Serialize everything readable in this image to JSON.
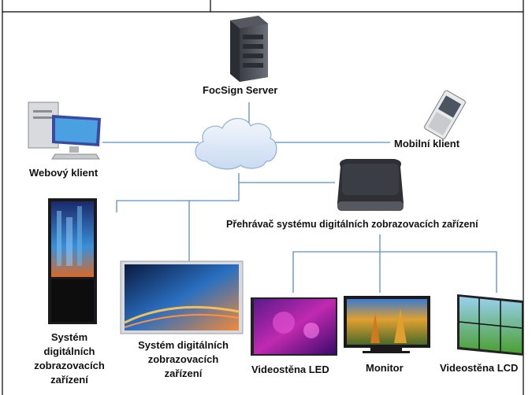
{
  "server": {
    "label": "FocSign Server"
  },
  "web_client": {
    "label": "Webový klient"
  },
  "mobile_client": {
    "label": "Mobilní klient"
  },
  "player": {
    "label": "Přehrávač systému digitálních zobrazovacích zařízení"
  },
  "kiosk": {
    "label_lines": [
      "Systém",
      "digitálních",
      "zobrazovacích",
      "zařízení"
    ]
  },
  "wall_display": {
    "label_lines": [
      "Systém digitálních",
      "zobrazovacích",
      "zařízení"
    ]
  },
  "led_wall": {
    "label": "Videostěna LED"
  },
  "monitor": {
    "label": "Monitor"
  },
  "lcd_wall": {
    "label": "Videostěna LCD"
  },
  "colors": {
    "line": "#5B8DC8",
    "cloud": "#DCE8F8",
    "cloud_stroke": "#8FB0D8"
  }
}
